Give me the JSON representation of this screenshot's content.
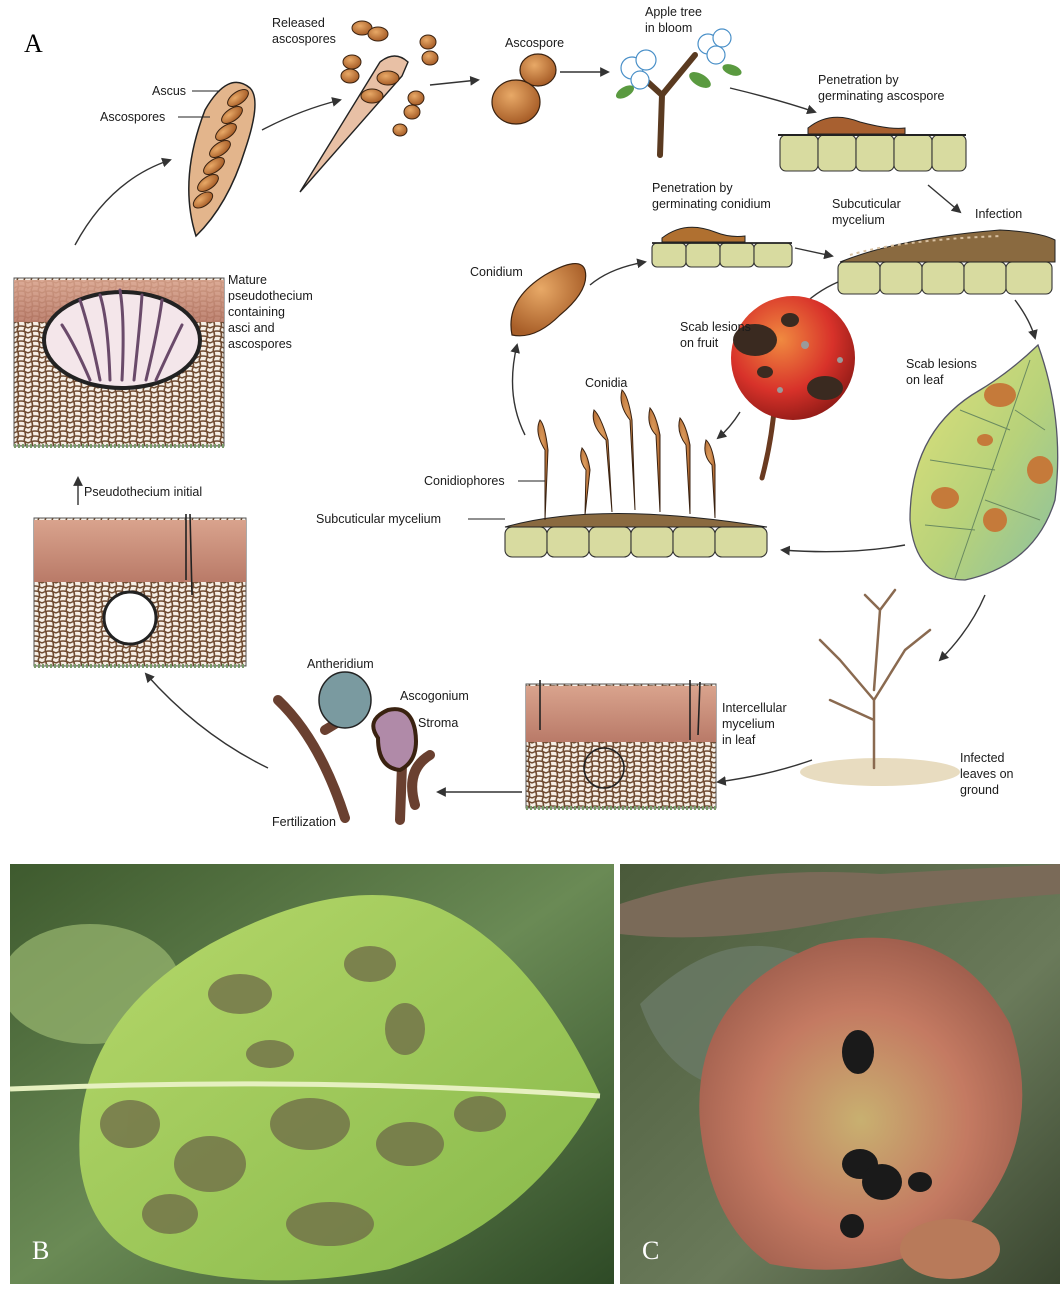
{
  "panels": {
    "a": "A",
    "b": "B",
    "c": "C"
  },
  "labels": {
    "ascus": "Ascus",
    "ascospores": "Ascospores",
    "released_1": "Released",
    "released_2": "ascospores",
    "ascospore": "Ascospore",
    "apple_1": "Apple tree",
    "apple_2": "in bloom",
    "pen_asc_1": "Penetration by",
    "pen_asc_2": "germinating ascospore",
    "infection": "Infection",
    "subcut_1": "Subcuticular",
    "subcut_2": "mycelium",
    "pen_con_1": "Penetration by",
    "pen_con_2": "germinating conidium",
    "conidium": "Conidium",
    "scab_fruit_1": "Scab lesions",
    "scab_fruit_2": "on fruit",
    "scab_leaf_1": "Scab lesions",
    "scab_leaf_2": "on leaf",
    "conidia": "Conidia",
    "conidiophores": "Conidiophores",
    "subcut_myc": "Subcuticular mycelium",
    "mature_1": "Mature",
    "mature_2": "pseudothecium",
    "mature_3": "containing",
    "mature_4": "asci and",
    "mature_5": "ascospores",
    "pseudo_initial": "Pseudothecium initial",
    "antheridium": "Antheridium",
    "ascogonium": "Ascogonium",
    "stroma": "Stroma",
    "fertilization": "Fertilization",
    "intercell_1": "Intercellular",
    "intercell_2": "mycelium",
    "intercell_3": "in leaf",
    "infected_1": "Infected",
    "infected_2": "leaves on",
    "infected_3": "ground"
  },
  "colors": {
    "spore": "#b87333",
    "cell": "#d8dba0",
    "tissue": "#c98a78",
    "leaf_green": "#8dbb4a",
    "fruit_red": "#c8322a",
    "lesion": "#8a6a4a"
  }
}
